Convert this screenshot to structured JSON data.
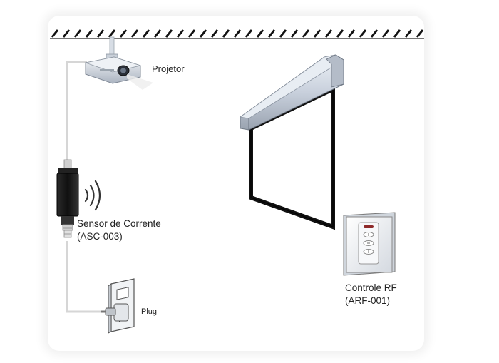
{
  "labels": {
    "projector": "Projetor",
    "sensor_name": "Sensor de Corrente",
    "sensor_model": "(ASC-003)",
    "plug": "Plug",
    "controller_name": "Controle RF",
    "controller_model": "(ARF-001)"
  },
  "colors": {
    "cable": "#d8d8d8",
    "screen_housing": "#c9d1dd",
    "screen_border": "#111111",
    "sensor_body": "#161616"
  },
  "icons": [
    "projector-icon",
    "current-sensor-icon",
    "wireless-signal-icon",
    "wall-outlet-icon",
    "projection-screen-icon",
    "rf-wall-controller-icon"
  ]
}
